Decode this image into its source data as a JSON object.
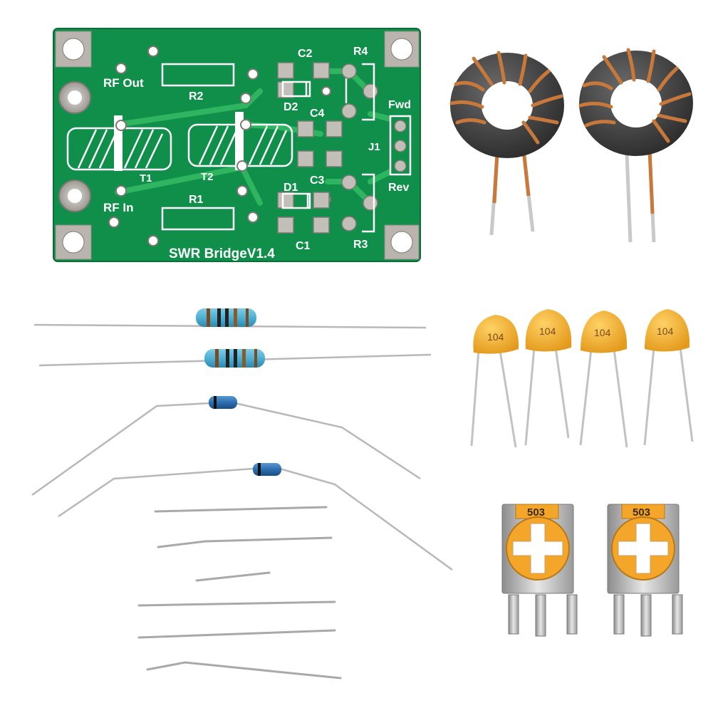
{
  "pcb": {
    "title": "SWR Bridge",
    "version": "V1.4",
    "labels": {
      "rf_out": "RF Out",
      "rf_in": "RF In",
      "r1": "R1",
      "r2": "R2",
      "r3": "R3",
      "r4": "R4",
      "c1": "C1",
      "c2": "C2",
      "c3": "C3",
      "c4": "C4",
      "d1": "D1",
      "d2": "D2",
      "t1": "T1",
      "t2": "T2",
      "j1": "J1",
      "fwd": "Fwd",
      "rev": "Rev"
    },
    "colors": {
      "board": "#0f8f4a",
      "trace": "#2fb55f",
      "silk": "#ffffff",
      "pad": "#b8b4ae"
    }
  },
  "capacitors": {
    "code": "104",
    "count": 4,
    "color": "#f0b030"
  },
  "trimmers": {
    "code": "503",
    "count": 2,
    "color": "#f4a62a"
  },
  "resistors": {
    "count": 2,
    "body_color": "#4fb0d4"
  },
  "diodes": {
    "count": 2,
    "body_color": "#2c6fb0"
  },
  "toroids": {
    "count": 2,
    "core_color": "#3a3a3a",
    "wire_color": "#c8783a"
  },
  "wire_links": {
    "count": 6
  }
}
